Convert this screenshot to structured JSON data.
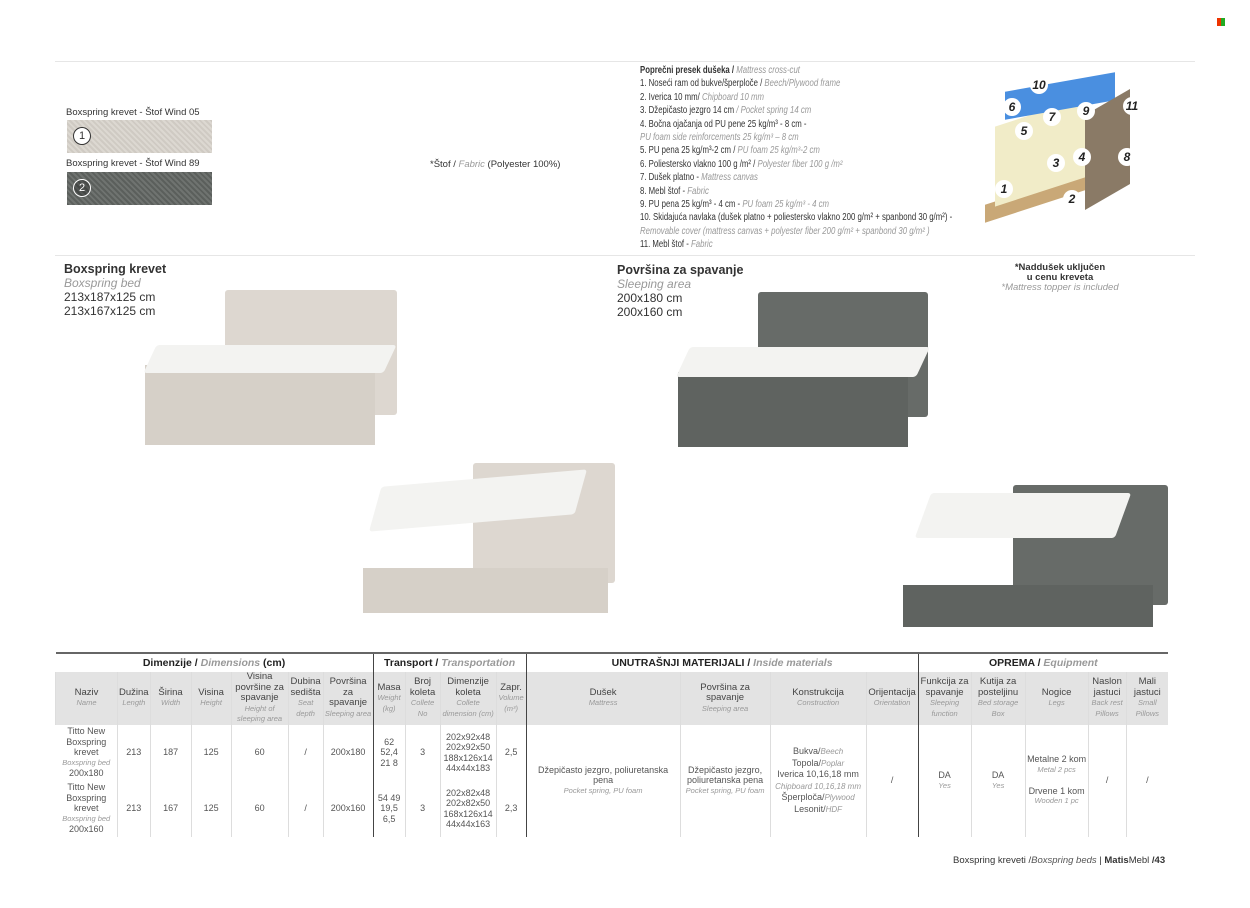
{
  "fabrics": [
    {
      "label": "Boxspring krevet - Štof Wind 05",
      "num": "1"
    },
    {
      "label": "Boxspring krevet - Štof Wind 89",
      "num": "2"
    }
  ],
  "fabric_note": {
    "a": "*Štof / ",
    "b": "Fabric",
    "c": " (Polyester 100%)"
  },
  "cross": {
    "title": "Poprečni presek  dušeka / ",
    "title_en": "Mattress cross-cut",
    "items": [
      [
        "1. Noseći ram od bukve/šperploče / ",
        "Beech/Plywood frame"
      ],
      [
        "2. Iverica 10 mm/ ",
        "Chipboard 10 mm"
      ],
      [
        "3. Džepičasto jezgro 14 cm ",
        "/ Pocket spring 14 cm"
      ],
      [
        "4. Bočna ojačanja od PU pene 25 kg/m³ - 8 cm -",
        ""
      ],
      [
        "",
        "PU foam side reinforcements 25 kg/m³ – 8 cm"
      ],
      [
        "5. PU pena 25 kg/m³-2 cm / ",
        "PU foam 25 kg/m³-2 cm"
      ],
      [
        "6. Poliestersko vlakno  100 g /m² / ",
        "Polyester fiber  100 g /m²"
      ],
      [
        "7. Dušek platno - ",
        "Mattress canvas"
      ],
      [
        "8. Mebl štof - ",
        "Fabric"
      ],
      [
        "9. PU pena 25 kg/m³ - 4 cm - ",
        "PU foam 25 kg/m³ - 4 cm"
      ],
      [
        "10. Skidajuća navlaka (dušek platno + poliestersko vlakno 200 g/m² + spanbond 30 g/m²) -",
        ""
      ],
      [
        "",
        "Removable cover (mattress canvas + polyester fiber 200 g/m² + spanbond 30 g/m² )"
      ],
      [
        "11. Mebl štof - ",
        "Fabric"
      ]
    ],
    "diagram_numbers": [
      "1",
      "2",
      "3",
      "4",
      "5",
      "6",
      "7",
      "8",
      "9",
      "10",
      "11"
    ]
  },
  "bed": {
    "title": "Boxspring krevet",
    "en": "Boxspring bed",
    "sizes": [
      "213x187x125 cm",
      "213x167x125 cm"
    ]
  },
  "sleep": {
    "title": "Površina za spavanje",
    "en": "Sleeping area",
    "sizes": [
      "200x180 cm",
      "200x160 cm"
    ]
  },
  "topper": {
    "a": "*Naddušek uključen",
    "b": "u cenu kreveta",
    "en": "*Mattress topper is included"
  },
  "table": {
    "groups": [
      "Dimenzije / ",
      "Dimensions",
      " (cm)",
      "Transport / ",
      "Transportation",
      "UNUTRAŠNJI MATERIJALI / ",
      "Inside materials",
      "OPREMA / ",
      "Equipment"
    ],
    "headers": [
      [
        "Naziv",
        "Name"
      ],
      [
        "Dužina",
        "Length"
      ],
      [
        "Širina",
        "Width"
      ],
      [
        "Visina",
        "Height"
      ],
      [
        "Visina površine za spavanje",
        "Height of sleeping area"
      ],
      [
        "Dubina sedišta",
        "Seat depth"
      ],
      [
        "Površina za spavanje",
        "Sleeping area"
      ],
      [
        "Masa",
        "Weight (kg)"
      ],
      [
        "Broj koleta",
        "Collete No"
      ],
      [
        "Dimenzije koleta",
        "Collete dimension (cm)"
      ],
      [
        "Zapr.",
        "Volume (m³)"
      ],
      [
        "Dušek",
        "Mattress"
      ],
      [
        "Površina za spavanje",
        "Sleeping area"
      ],
      [
        "Konstrukcija",
        "Construction"
      ],
      [
        "Orijentacija",
        "Orientation"
      ],
      [
        "Funkcija za spavanje",
        "Sleeping function"
      ],
      [
        "Kutija za posteljinu",
        "Bed storage Box"
      ],
      [
        "Nogice",
        "Legs"
      ],
      [
        "Naslon jastuci",
        "Back rest Pillows"
      ],
      [
        "Mali jastuci",
        "Small Pillows"
      ]
    ],
    "rows": [
      {
        "name": "Titto New Boxspring krevet",
        "name_en": "Boxspring bed",
        "size": "200x180",
        "length": "213",
        "width": "187",
        "height": "125",
        "sleep_h": "60",
        "seat": "/",
        "area": "200x180",
        "mass": "62 52,4 21 8",
        "coll": "3",
        "dims": "202x92x48 202x92x50 188x126x14 44x44x183",
        "vol": "2,5"
      },
      {
        "name": "Titto New Boxspring krevet",
        "name_en": "Boxspring bed",
        "size": "200x160",
        "length": "213",
        "width": "167",
        "height": "125",
        "sleep_h": "60",
        "seat": "/",
        "area": "200x160",
        "mass": "54 49 19,5 6,5",
        "coll": "3",
        "dims": "202x82x48 202x82x50 168x126x14 44x44x163",
        "vol": "2,3"
      }
    ],
    "shared": {
      "mattress": "Džepičasto jezgro, poliuretanska pena",
      "mattress_en": "Pocket spring, PU foam",
      "area": "Džepičasto jezgro, poliuretanska pena",
      "area_en": "Pocket spring, PU foam",
      "construction": [
        [
          "Bukva/",
          "Beech"
        ],
        [
          "Topola/",
          "Poplar"
        ],
        [
          "Iverica 10,16,18 mm",
          ""
        ],
        [
          "",
          "Chipboard 10,16,18 mm"
        ],
        [
          "Šperploča/",
          "Plywood"
        ],
        [
          "Lesonit/",
          "HDF"
        ]
      ],
      "orientation": "/",
      "function": "DA",
      "function_en": "Yes",
      "box": "DA",
      "box_en": "Yes",
      "legs1": "Metalne 2 kom",
      "legs1_en": "Metal 2 pcs",
      "legs2": "Drvene 1 kom",
      "legs2_en": "Wooden 1 pc",
      "backrest": "/",
      "small": "/"
    }
  },
  "footer": {
    "a": "Boxspring kreveti /",
    "b": "Boxspring beds",
    "brand": "Matis",
    "brand2": "Mebl",
    "page": "/43"
  }
}
